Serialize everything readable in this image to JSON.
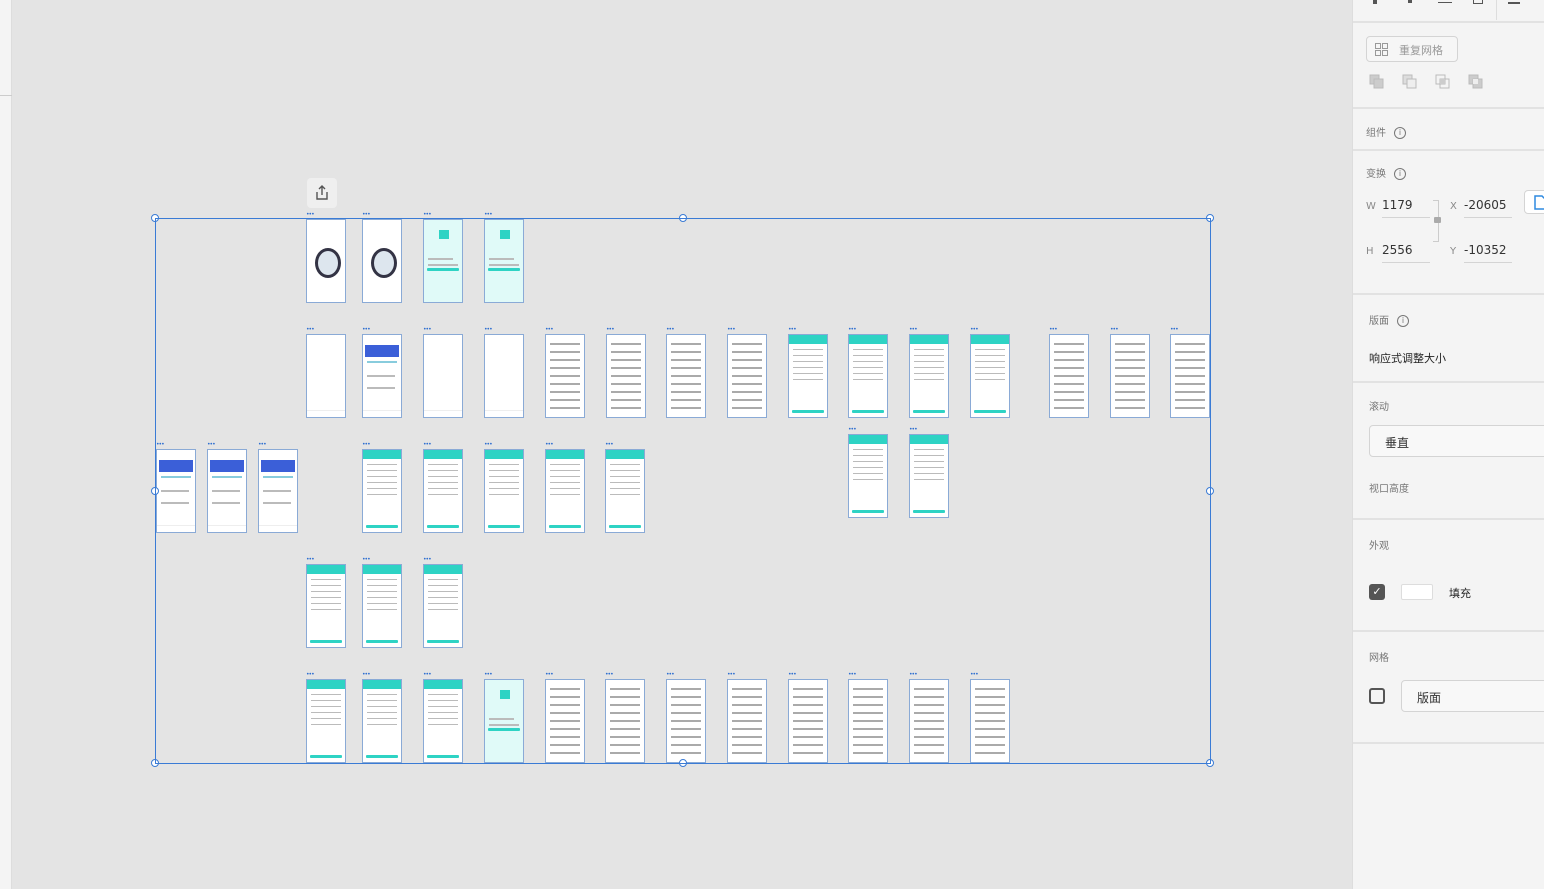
{
  "panel": {
    "repeat_grid_label": "重复网格",
    "component_label": "组件",
    "transform_label": "变换",
    "w_label": "W",
    "w_value": "1179",
    "h_label": "H",
    "h_value": "2556",
    "x_label": "X",
    "x_value": "-20605",
    "y_label": "Y",
    "y_value": "-10352",
    "artboard_label": "版面",
    "responsive_label": "响应式调整大小",
    "scroll_label": "滚动",
    "scroll_value": "垂直",
    "viewport_label": "视口高度",
    "appearance_label": "外观",
    "fill_label": "填充",
    "fill_checked": true,
    "fill_color": "#ffffff",
    "grid_label": "网格",
    "grid_checked": false,
    "grid_value": "版面"
  },
  "colors": {
    "accent": "#2ed3c4",
    "selection": "#3a7bd5",
    "banner": "#3b5fd8"
  },
  "artboard_variants": [
    "illustration",
    "cyan-login",
    "plain",
    "home",
    "teal-header",
    "list"
  ]
}
